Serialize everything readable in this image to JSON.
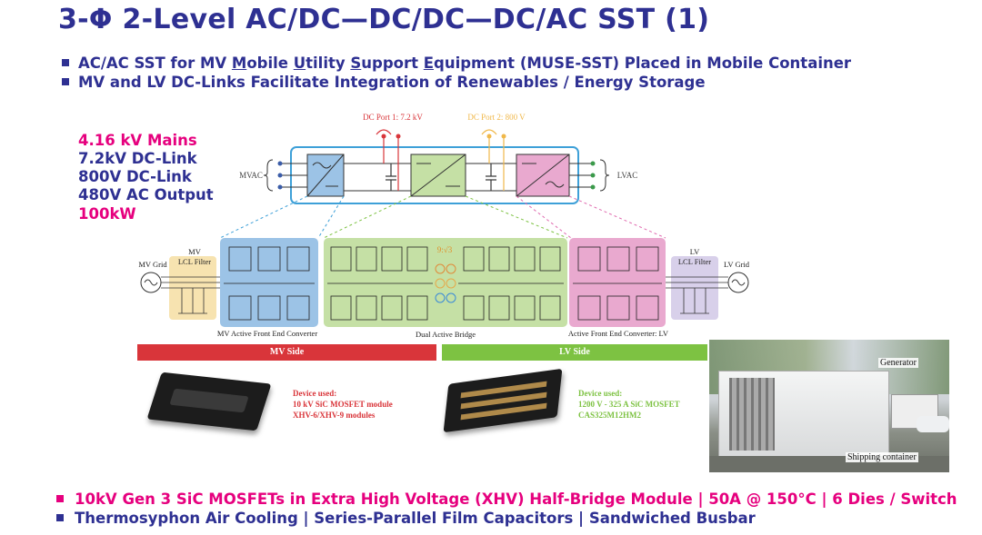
{
  "title": "3-Φ 2-Level AC/DC—DC/DC—DC/AC SST (1)",
  "bullets": [
    {
      "pre": "AC/AC SST for MV ",
      "u1": "M",
      "t1": "obile ",
      "u2": "U",
      "t2": "tility ",
      "u3": "S",
      "t3": "upport ",
      "u4": "E",
      "post": "quipment (MUSE-SST) Placed in Mobile Container"
    },
    {
      "text": "MV and LV DC-Links Facilitate Integration of Renewables / Energy Storage"
    }
  ],
  "specs": [
    "4.16 kV Mains",
    "7.2kV DC-Link",
    "800V  DC-Link",
    "480V  AC Output",
    "100kW"
  ],
  "diagram": {
    "dc_port1": "DC Port 1: 7.2 kV",
    "dc_port2": "DC Port 2: 800 V",
    "mvac": "MVAC",
    "lvac": "LVAC",
    "mv_grid": "MV Grid",
    "mv_filter": [
      "MV",
      "LCL Filter"
    ],
    "lv_grid": "LV Grid",
    "lv_filter": [
      "LV",
      "LCL Filter"
    ],
    "ratio": "9:√3",
    "afe_mv": "MV Active Front End Converter",
    "dab": "Dual Active Bridge",
    "afe_lv": "Active Front End Converter: LV",
    "mv_side": "MV Side",
    "lv_side": "LV Side"
  },
  "device_mv": {
    "heading": "Device used:",
    "line1": "10 kV SiC MOSFET module",
    "line2": "XHV-6/XHV-9 modules"
  },
  "device_lv": {
    "heading": "Device used:",
    "line1": "1200 V - 325 A SiC MOSFET",
    "line2": "CAS325M12HM2"
  },
  "photo": {
    "generator": "Generator",
    "container": "Shipping container"
  },
  "bottom": [
    "10kV Gen 3 SiC MOSFETs in Extra High Voltage (XHV) Half-Bridge Module | 50A @ 150°C | 6 Dies / Switch",
    "Thermosyphon Air Cooling | Series-Parallel Film Capacitors | Sandwiched Busbar"
  ],
  "colors": {
    "navy": "#2e3092",
    "pink": "#e6007e",
    "red": "#d9353a",
    "green": "#7dc242",
    "blue_block": "#9cc3e6",
    "green_block": "#c5e0a5",
    "pink_block": "#e9a9cf"
  }
}
